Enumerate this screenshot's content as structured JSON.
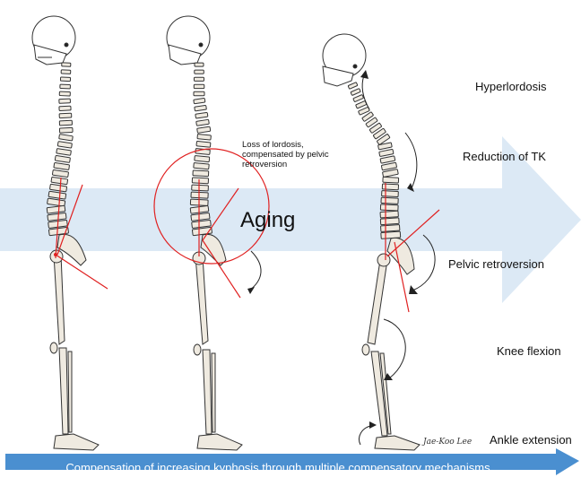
{
  "diagram": {
    "aging_label": "Aging",
    "annotation": "Loss of lordosis, compensated by pelvic retroversion",
    "mechanisms": [
      "Hyperlordosis",
      "Reduction of TK",
      "Pelvic retroversion",
      "Knee flexion",
      "Ankle extension"
    ],
    "signature": "Jae-Koo Lee",
    "banner_text": "Compensation of increasing kyphosis through multiple compensatory mechanisms"
  },
  "colors": {
    "aging_arrow": "#dce9f5",
    "banner": "#4a8fd0",
    "plumb_line": "#e02020",
    "bone_fill": "#efeae0",
    "bone_stroke": "#333333"
  }
}
